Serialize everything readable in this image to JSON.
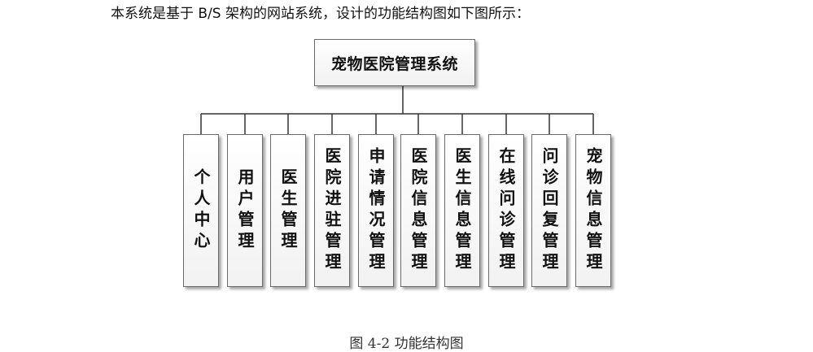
{
  "intro_text": "本系统是基于 B/S 架构的网站系统，设计的功能结构图如下图所示：",
  "diagram": {
    "root": "宠物医院管理系统",
    "children": [
      "个人中心",
      "用户管理",
      "医生管理",
      "医院进驻管理",
      "申请情况管理",
      "医院信息管理",
      "医生信息管理",
      "在线问诊管理",
      "问诊回复管理",
      "宠物信息管理"
    ]
  },
  "caption": "图 4-2 功能结构图"
}
